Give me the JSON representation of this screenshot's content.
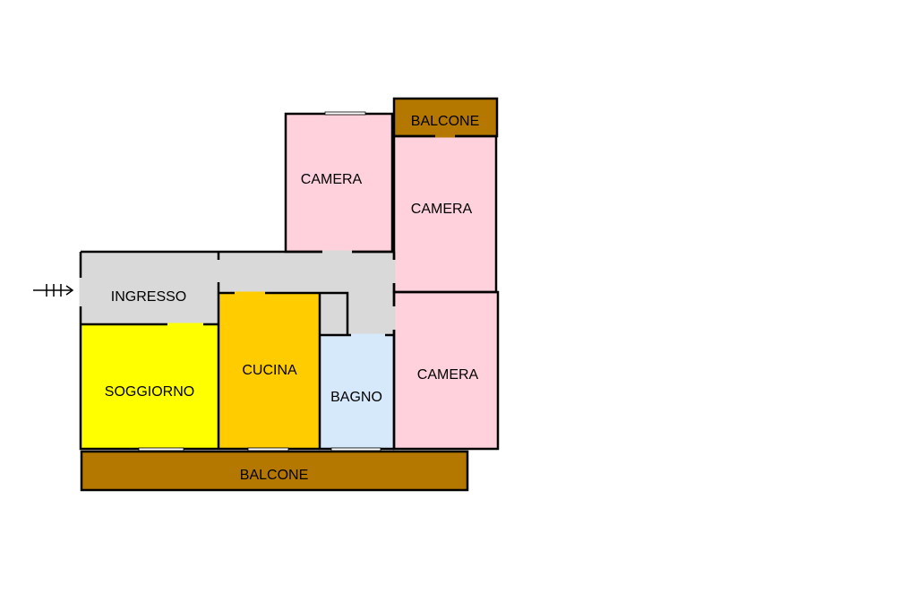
{
  "colors": {
    "balcony": "#B47800",
    "bedroom": "#FFD1DC",
    "circulation": "#D9D9D9",
    "living": "#FFFF00",
    "kitchen": "#FFCC00",
    "bathroom": "#D6E9FA",
    "wall": "#000000",
    "background": "#FFFFFF"
  },
  "icons": {
    "entry": "entry-arrow-icon",
    "watermark": "house-watermark-icon"
  },
  "rooms": {
    "balcone_top": "BALCONE",
    "camera_top_left": "CAMERA",
    "camera_top_right": "CAMERA",
    "ingresso": "INGRESSO",
    "soggiorno": "SOGGIORNO",
    "cucina": "CUCINA",
    "bagno": "BAGNO",
    "camera_bottom_right": "CAMERA",
    "balcone_bottom": "BALCONE"
  }
}
